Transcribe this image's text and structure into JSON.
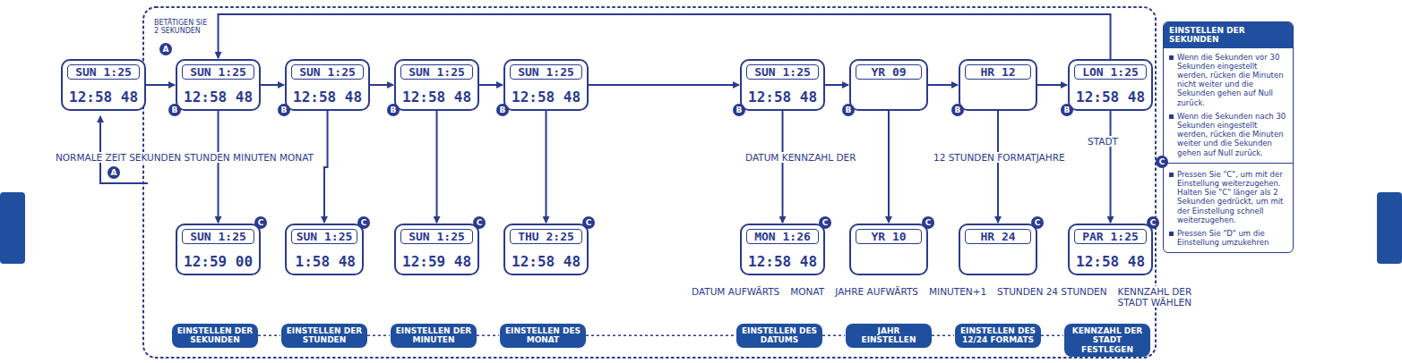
{
  "diagram": {
    "nodes": [
      {
        "text": [
          "SUN 1:25",
          "12:58 48"
        ]
      },
      {
        "text": [
          "SUN 1:25",
          "12:58 48"
        ]
      },
      {
        "text": [
          "SUN 1:25",
          "12:58 48"
        ]
      },
      {
        "text": [
          "SUN 1:25",
          "12:58 48"
        ]
      },
      {
        "text": [
          "SUN 1:25",
          "12:58 48"
        ]
      },
      {
        "text": [
          "SUN 1:25",
          "12:58 48"
        ]
      },
      {
        "text": [
          "YR 09"
        ]
      },
      {
        "text": [
          "HR 12"
        ]
      },
      {
        "text": [
          "LON 1:25",
          "12:58 48"
        ]
      },
      {
        "text": [
          "SUN 1:25",
          "12:59 00"
        ]
      },
      {
        "text": [
          "SUN 1:25",
          "1:58 48"
        ]
      },
      {
        "text": [
          "SUN 1:25",
          "12:59 48"
        ]
      },
      {
        "text": [
          "THU 2:25",
          "12:58 48"
        ]
      },
      {
        "text": [
          "MON 1:26",
          "12:58 48"
        ]
      },
      {
        "text": [
          "YR 10"
        ]
      },
      {
        "text": [
          "HR 24"
        ]
      },
      {
        "text": [
          "PAR 1:25",
          "12:58 48"
        ]
      },
      {
        "text": [
          "EINSTELLEN DER SEKUNDEN"
        ]
      },
      {
        "text": [
          "EINSTELLEN DER STUNDEN"
        ]
      },
      {
        "text": [
          "EINSTELLEN DER MINUTEN"
        ]
      },
      {
        "text": [
          "EINSTELLEN DES MONAT"
        ]
      },
      {
        "text": [
          "EINSTELLEN DES DATUMS"
        ]
      },
      {
        "text": [
          "JAHR EINSTELLEN"
        ]
      },
      {
        "text": [
          "EINSTELLEN DES 12/24 FORMATS"
        ]
      },
      {
        "text": [
          "KENNZAHL DER STADT FESTLEGEN"
        ]
      },
      {
        "text": [
          "EINSTELLEN DER SEKUNDEN",
          "Wenn die Sekunden vor 30 Sekunden eingestellt werden, rücken die Minuten nicht weiter und die Sekunden gehen auf Null zurück.",
          "Wenn die Sekunden nach 30 Sekunden eingestellt werden, rücken die Minuten weiter und die Sekunden gehen auf Null zurück.",
          "Pressen Sie \"C\", um mit der Einstellung weiterzugehen. Halten Sie \"C\" länger als 2 Sekunden gedrückt, um mit der Einstellung schnell weiterzugehen.",
          "Pressen Sie \"D\" um die Einstellung umzukehren"
        ]
      }
    ],
    "edges": [
      {
        "from": 0,
        "to": 1,
        "arrow": "to"
      },
      {
        "from": 1,
        "to": 2,
        "arrow": "to"
      },
      {
        "from": 2,
        "to": 3,
        "arrow": "to"
      },
      {
        "from": 3,
        "to": 4,
        "arrow": "to"
      },
      {
        "from": 4,
        "to": 5,
        "arrow": "to"
      },
      {
        "from": 5,
        "to": 6,
        "arrow": "to"
      },
      {
        "from": 6,
        "to": 7,
        "arrow": "to"
      },
      {
        "from": 7,
        "to": 8,
        "arrow": "to"
      },
      {
        "from": 8,
        "to": 1,
        "arrow": "to"
      },
      {
        "from": 1,
        "to": 9,
        "arrow": "to"
      },
      {
        "from": 2,
        "to": 10,
        "arrow": "to"
      },
      {
        "from": 3,
        "to": 11,
        "arrow": "to"
      },
      {
        "from": 4,
        "to": 12,
        "arrow": "to"
      },
      {
        "from": 5,
        "to": 13,
        "arrow": "to"
      },
      {
        "from": 6,
        "to": 14,
        "arrow": "to"
      },
      {
        "from": 7,
        "to": 15,
        "arrow": "to"
      },
      {
        "from": 8,
        "to": 16,
        "arrow": "to"
      },
      {
        "from": 17,
        "to": 18,
        "arrow": "none"
      },
      {
        "from": 18,
        "to": 19,
        "arrow": "none"
      },
      {
        "from": 19,
        "to": 20,
        "arrow": "none"
      },
      {
        "from": 20,
        "to": 21,
        "arrow": "none"
      },
      {
        "from": 21,
        "to": 22,
        "arrow": "none"
      },
      {
        "from": 22,
        "to": 23,
        "arrow": "none"
      },
      {
        "from": 23,
        "to": 24,
        "arrow": "none"
      }
    ],
    "labels": [
      "BETÄTIGEN SIE 2 SEKUNDEN",
      "A",
      "NORMALE ZEIT SEKUNDEN STUNDEN MINUTEN MONAT",
      "DATUM KENNZAHL DER",
      "12 STUNDEN FORMATJAHRE",
      "STADT",
      "A",
      "B",
      "B",
      "B",
      "B",
      "B",
      "B",
      "B",
      "B",
      "C",
      "C",
      "C",
      "C",
      "C",
      "C",
      "C",
      "C",
      "C",
      "DATUM AUFWÄRTS",
      "MONAT",
      "JAHRE AUFWÄRTS",
      "MINUTEN+1",
      "STUNDEN 24 STUNDEN",
      "KENNZAHL DER STADT WÄHLEN"
    ]
  }
}
